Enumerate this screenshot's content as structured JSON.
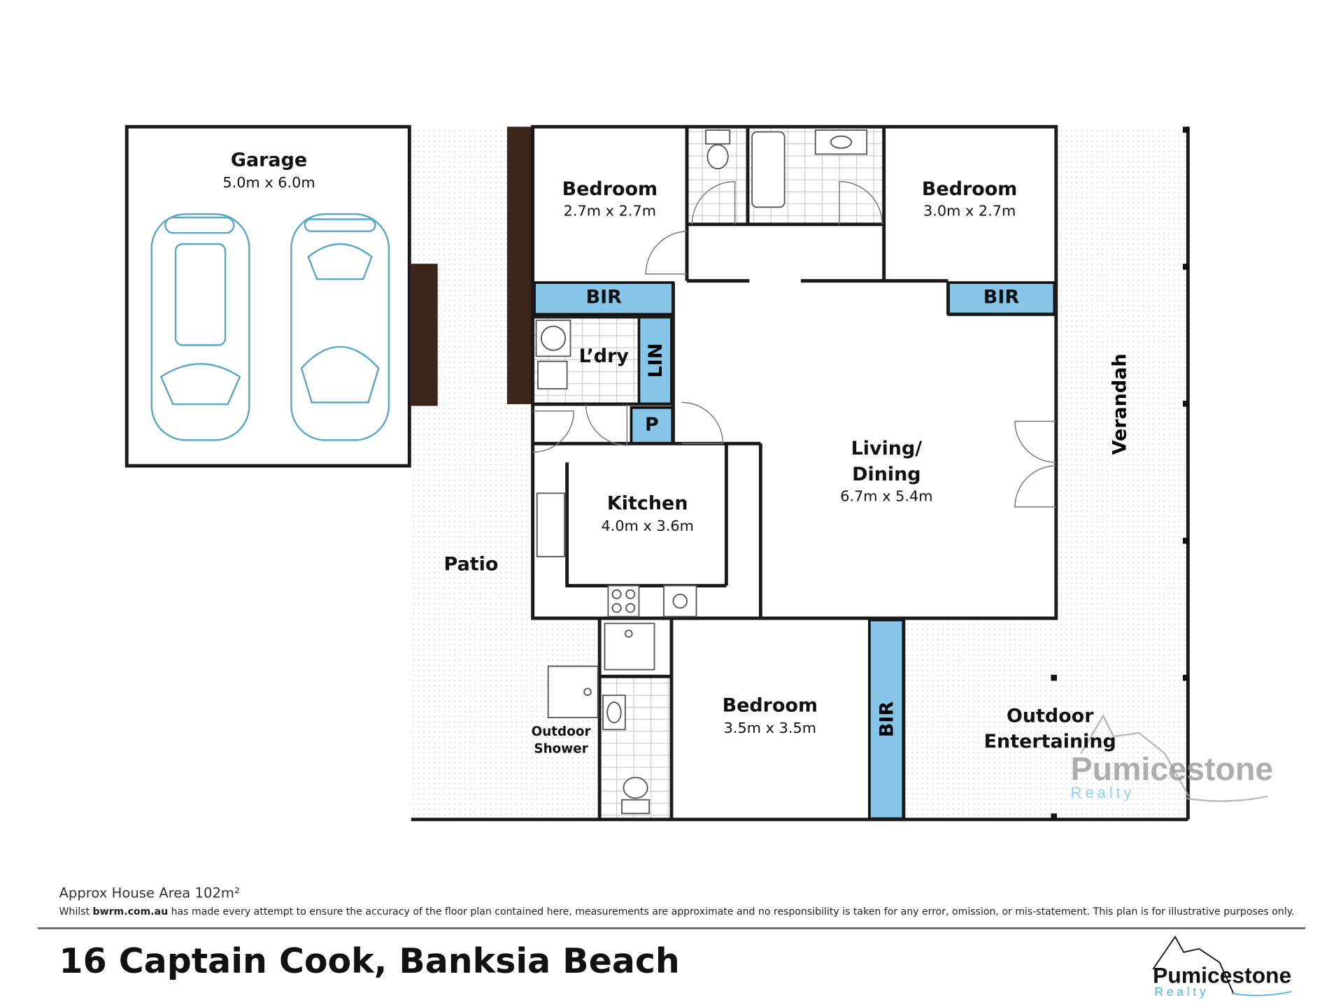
{
  "rooms": {
    "garage": {
      "name": "Garage",
      "dims": "5.0m x 6.0m"
    },
    "bedroom1": {
      "name": "Bedroom",
      "dims": "2.7m x 2.7m"
    },
    "bedroom2": {
      "name": "Bedroom",
      "dims": "3.0m x 2.7m"
    },
    "bedroom3": {
      "name": "Bedroom",
      "dims": "3.5m x 3.5m"
    },
    "kitchen": {
      "name": "Kitchen",
      "dims": "4.0m x 3.6m"
    },
    "living": {
      "name_line1": "Living/",
      "name_line2": "Dining",
      "dims": "6.7m x 5.4m"
    },
    "laundry": {
      "name": "L’dry"
    },
    "linen": {
      "name": "LIN"
    },
    "pantry": {
      "name": "P"
    },
    "bir1": {
      "name": "BIR"
    },
    "bir2": {
      "name": "BIR"
    },
    "bir3": {
      "name": "BIR"
    },
    "patio": {
      "name": "Patio"
    },
    "verandah": {
      "name": "Verandah"
    },
    "outdoor_shower": {
      "line1": "Outdoor",
      "line2": "Shower"
    },
    "outdoor_entertaining": {
      "line1": "Outdoor",
      "line2": "Entertaining"
    }
  },
  "footer": {
    "area": "Approx House Area 102m²",
    "disclaimer_prefix": "Whilst ",
    "disclaimer_site": "bwrm.com.au",
    "disclaimer_rest": " has made every attempt to ensure the accuracy of the floor plan contained here, measurements are approximate and no responsibility is taken for any error, omission, or mis-statement. This plan is for illustrative purposes only.",
    "address": "16 Captain Cook, Banksia Beach"
  },
  "logo": {
    "name": "Pumicestone",
    "sub": "Realty"
  },
  "colors": {
    "wall": "#1a1a1a",
    "bir": "#87c6e8",
    "brown": "#3b2418",
    "car": "#5aa8c6",
    "logo_blue": "#4ab3e0"
  }
}
